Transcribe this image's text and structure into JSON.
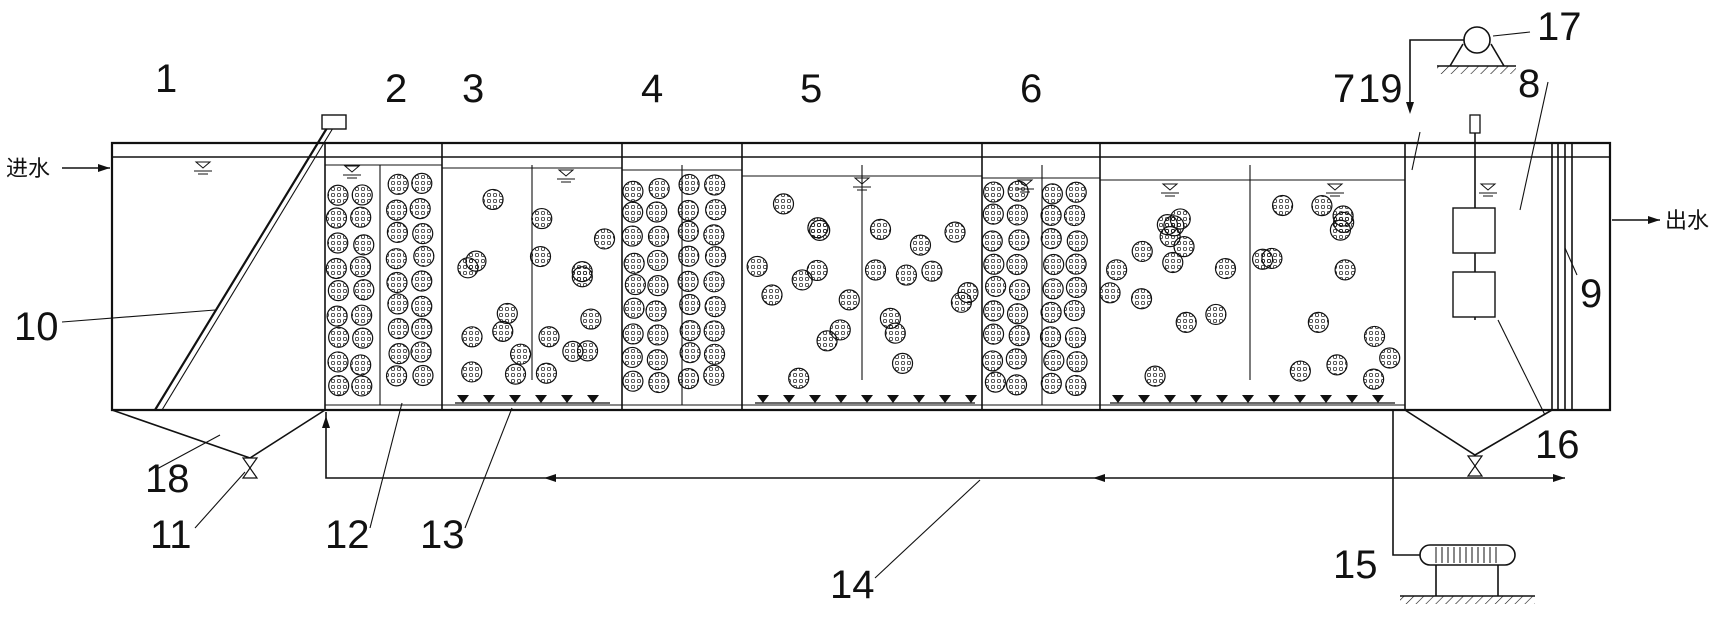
{
  "diagram": {
    "inlet_label": "进水",
    "outlet_label": "出水",
    "labels": [
      "1",
      "2",
      "3",
      "4",
      "5",
      "6",
      "7",
      "8",
      "9",
      "10",
      "11",
      "12",
      "13",
      "14",
      "15",
      "16",
      "17",
      "18",
      "19"
    ]
  }
}
